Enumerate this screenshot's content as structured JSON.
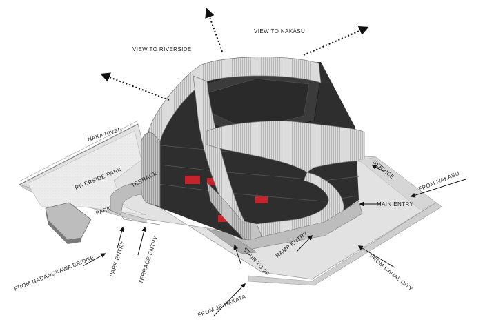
{
  "labels": {
    "view_to_riverside": "VIEW TO RIVERSIDE",
    "view_to_nakasu": "VIEW TO NAKASU",
    "naka_river": "NAKA RIVER",
    "riverside_park": "RIVERSIDE PARK",
    "terrace": "TERRACE",
    "park": "PARK",
    "service": "SERVICE",
    "from_nakasu": "FROM NAKASU",
    "main_entry": "MAIN ENTRY",
    "ramp_entry": "RAMP ENTRY",
    "stair_to_2f": "STAIR TO 2F",
    "from_canal_city": "FROM CANAL CITY",
    "park_entry": "PARK ENTRY",
    "terrace_entry": "TERRACE ENTRY",
    "from_nadanokawa_bridge": "FROM NADANOKAWA BRIDGE",
    "from_jr_hakata": "FROM JR HAKATA"
  },
  "colors": {
    "ground": "#e6e6e6",
    "ground_edge": "#9a9a9a",
    "building_dark": "#2e2e2e",
    "roof": "#3a3a3a",
    "ribbon_light": "#d9d9d9",
    "ribbon_shade": "#bdbdbd",
    "accent_red": "#c8232c"
  }
}
